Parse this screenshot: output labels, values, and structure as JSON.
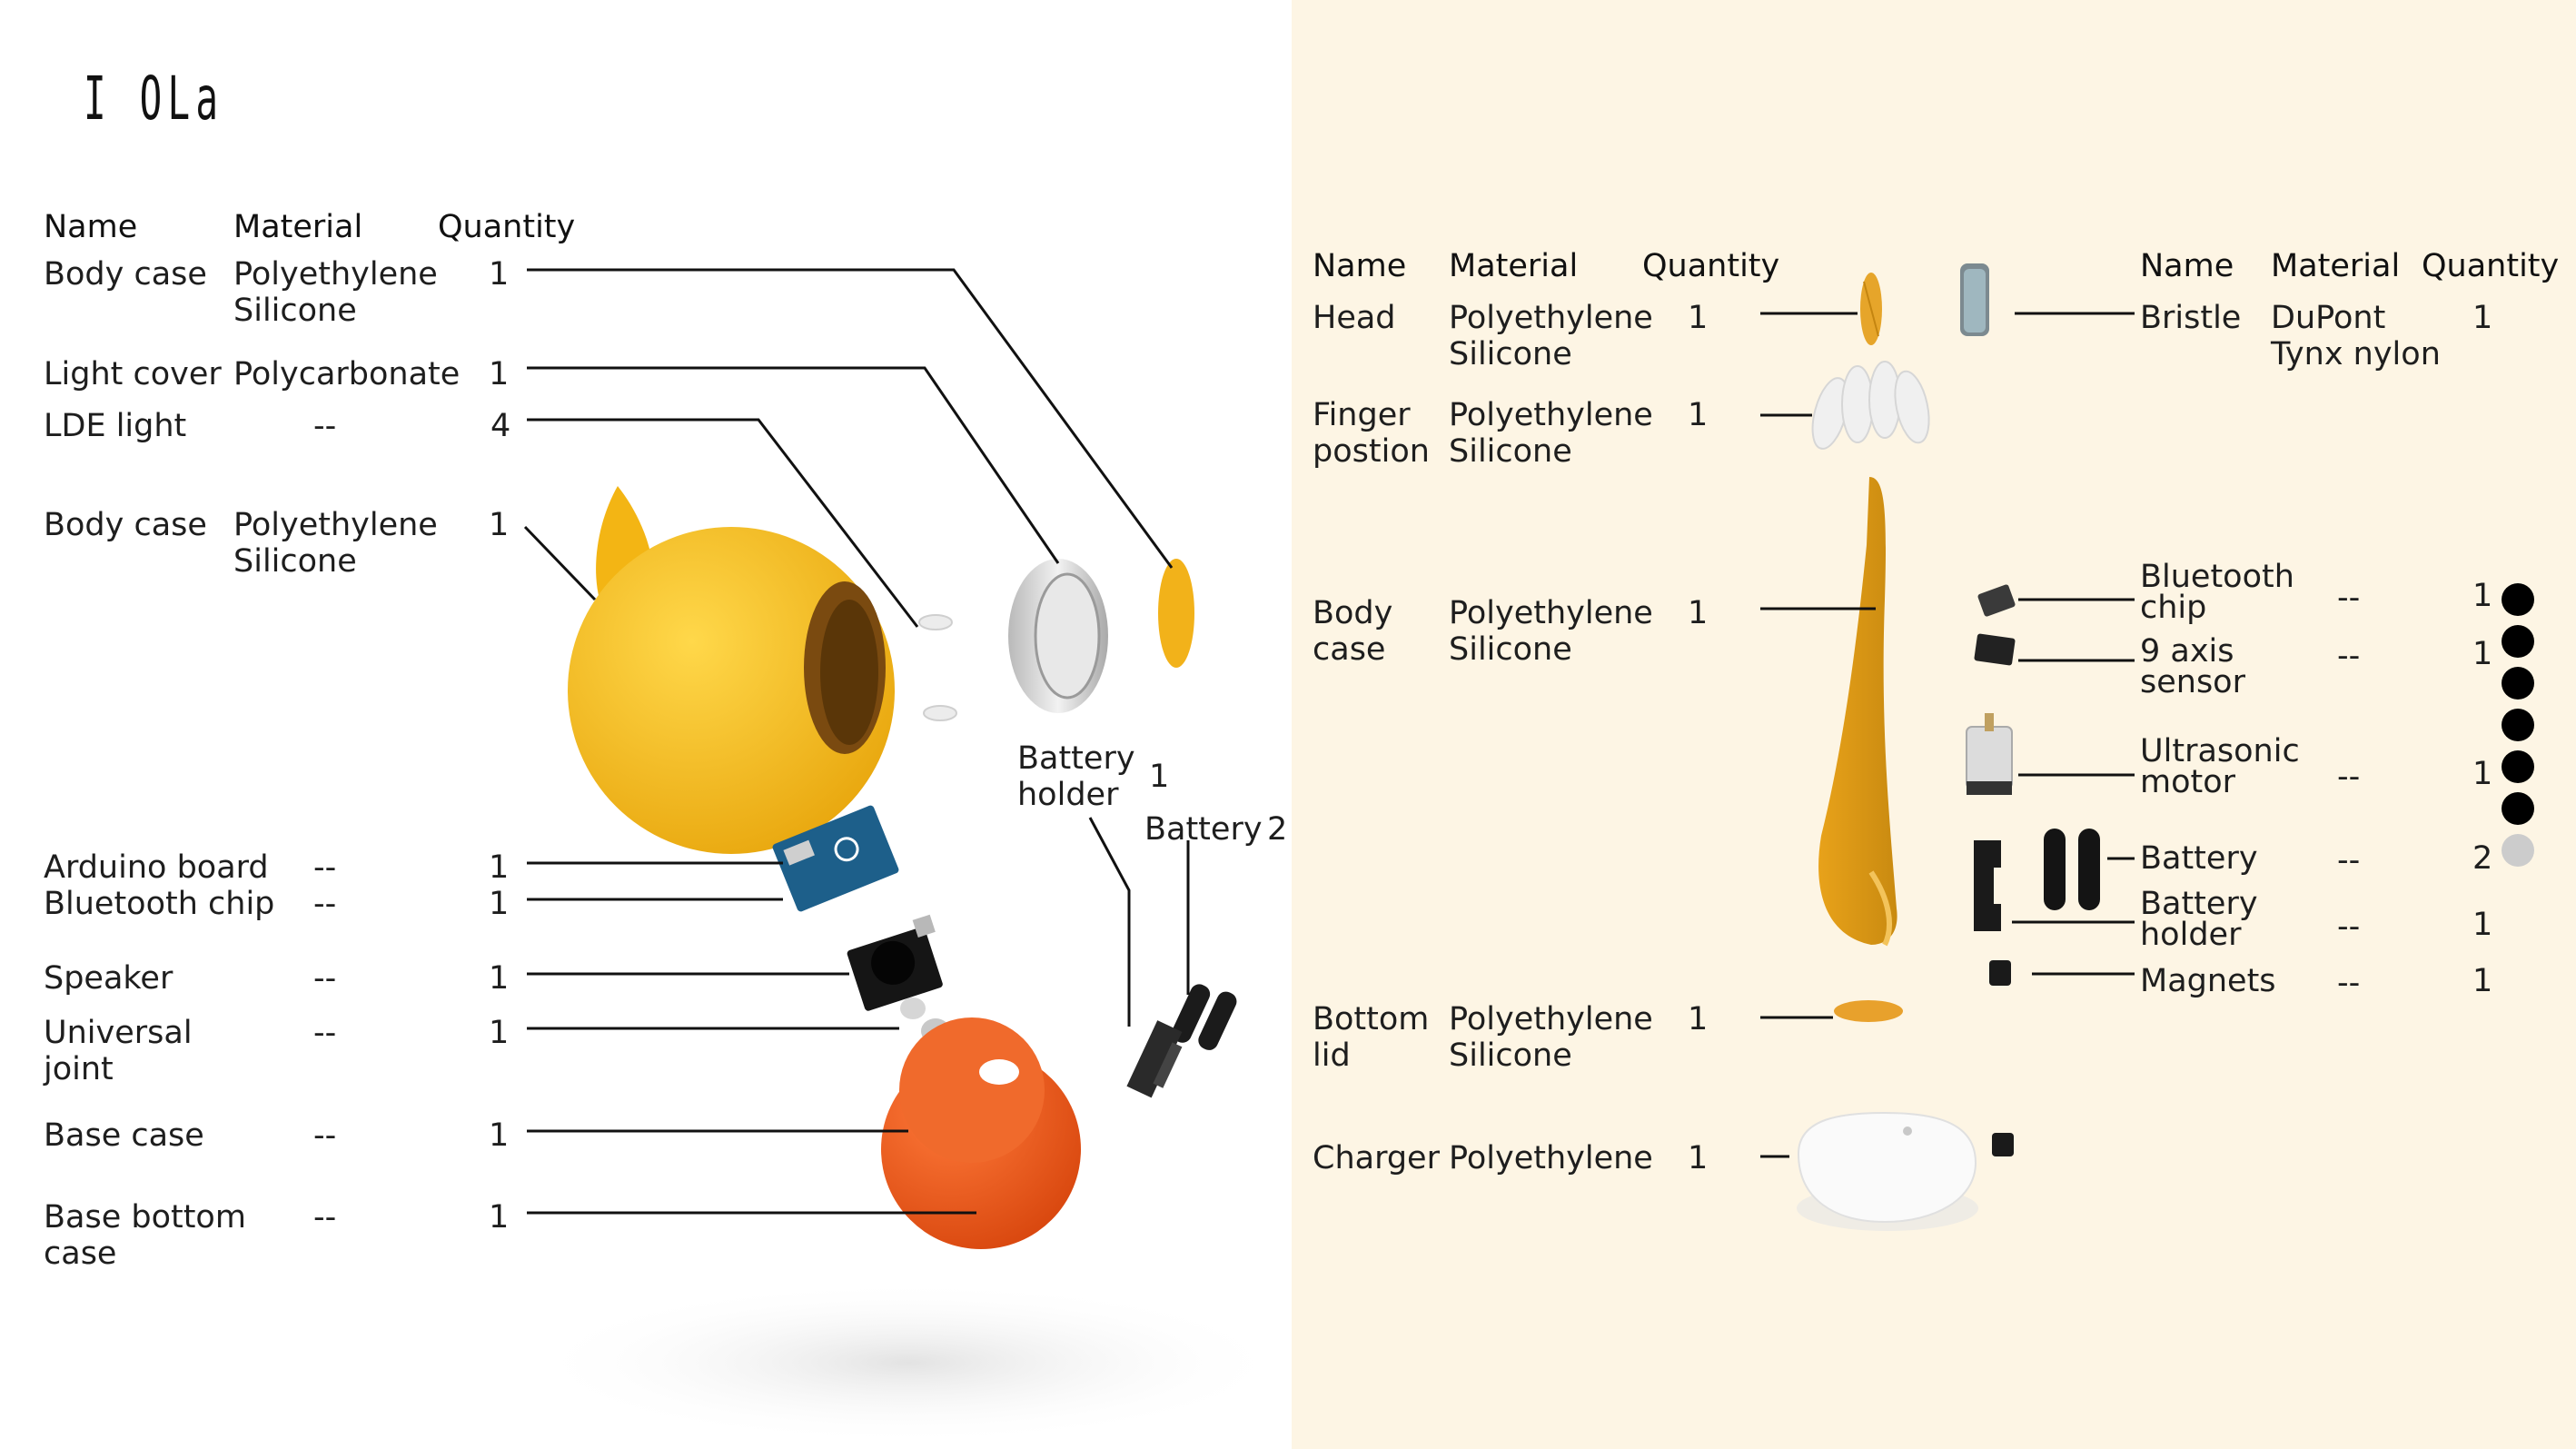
{
  "logo": "I OLa",
  "left": {
    "headers": {
      "name": "Name",
      "material": "Material",
      "quantity": "Quantity"
    },
    "rows": [
      {
        "name": "Body case",
        "material": "Polyethylene\nSilicone",
        "quantity": "1"
      },
      {
        "name": "Light cover",
        "material": "Polycarbonate",
        "quantity": "1"
      },
      {
        "name": "LDE light",
        "material": "--",
        "quantity": "4"
      },
      {
        "name": "Body case",
        "material": "Polyethylene\nSilicone",
        "quantity": "1"
      },
      {
        "name": "Arduino board",
        "material": "--",
        "quantity": "1"
      },
      {
        "name": "Bluetooth chip",
        "material": "--",
        "quantity": "1"
      },
      {
        "name": "Speaker",
        "material": "--",
        "quantity": "1"
      },
      {
        "name": "Universal\njoint",
        "material": "--",
        "quantity": "1"
      },
      {
        "name": "Base case",
        "material": "--",
        "quantity": "1"
      },
      {
        "name": "Base bottom\ncase",
        "material": "--",
        "quantity": "1"
      }
    ],
    "callouts": [
      {
        "name": "Battery\nholder",
        "quantity": "1"
      },
      {
        "name": "Battery",
        "quantity": "2"
      }
    ]
  },
  "middle": {
    "headers": {
      "name": "Name",
      "material": "Material",
      "quantity": "Quantity"
    },
    "rows": [
      {
        "name": "Head",
        "material": "Polyethylene\nSilicone",
        "quantity": "1"
      },
      {
        "name": "Finger\npostion",
        "material": "Polyethylene\nSilicone",
        "quantity": "1"
      },
      {
        "name": "Body\ncase",
        "material": "Polyethylene\nSilicone",
        "quantity": "1"
      },
      {
        "name": "Bottom\nlid",
        "material": "Polyethylene\nSilicone",
        "quantity": "1"
      },
      {
        "name": "Charger",
        "material": "Polyethylene",
        "quantity": "1"
      }
    ]
  },
  "right": {
    "headers": {
      "name": "Name",
      "material": "Material",
      "quantity": "Quantity"
    },
    "rows": [
      {
        "name": "Bristle",
        "material": "DuPont\nTynx nylon",
        "quantity": "1"
      },
      {
        "name": "Bluetooth\nchip",
        "material": "--",
        "quantity": "1"
      },
      {
        "name": "9 axis\nsensor",
        "material": "--",
        "quantity": "1"
      },
      {
        "name": "Ultrasonic\nmotor",
        "material": "--",
        "quantity": "1"
      },
      {
        "name": "Battery",
        "material": "--",
        "quantity": "2"
      },
      {
        "name": "Battery\nholder",
        "material": "--",
        "quantity": "1"
      },
      {
        "name": "Magnets",
        "material": "--",
        "quantity": "1"
      }
    ],
    "color_dots": [
      "#000000",
      "#000000",
      "#000000",
      "#000000",
      "#000000",
      "#000000",
      "#cccccc"
    ]
  },
  "colors": {
    "yellow": "#f7c21c",
    "orange": "#ee5d1f",
    "amber": "#e6a530",
    "right_bg": "#fdf5e4"
  }
}
